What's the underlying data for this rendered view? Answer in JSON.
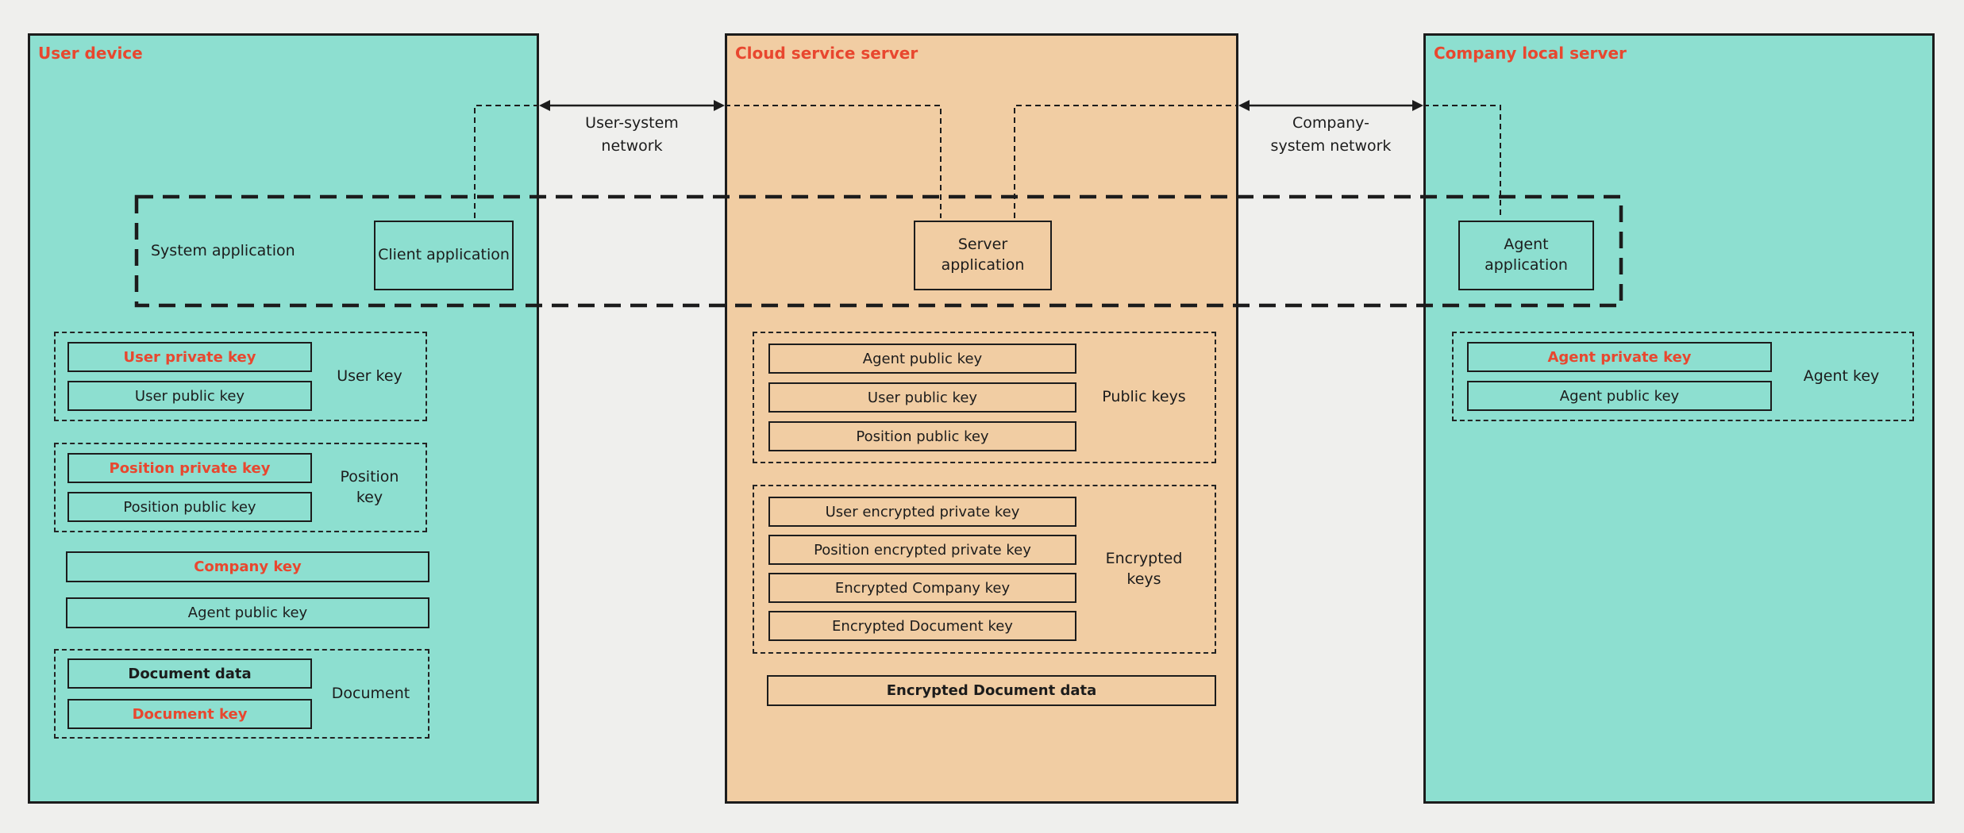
{
  "colors": {
    "background": "#efefed",
    "device_fill": "#8ddfd0",
    "server_fill": "#f1cda3",
    "accent": "#e8472f",
    "line": "#1c1c1c"
  },
  "user_device": {
    "title": "User device",
    "client_application": "Client application",
    "user_key_group": {
      "label": "User key",
      "private_key": "User private key",
      "public_key": "User public key"
    },
    "position_key_group": {
      "label": "Position key",
      "private_key": "Position private key",
      "public_key": "Position public key"
    },
    "company_key": "Company key",
    "agent_public_key": "Agent public key",
    "document_group": {
      "label": "Document",
      "data": "Document data",
      "key": "Document key"
    }
  },
  "cloud_server": {
    "title": "Cloud service server",
    "server_application": "Server application",
    "public_keys_group": {
      "label": "Public keys",
      "items": [
        "Agent public key",
        "User public key",
        "Position public key"
      ]
    },
    "encrypted_keys_group": {
      "label": "Encrypted keys",
      "items": [
        "User encrypted private key",
        "Position encrypted private key",
        "Encrypted Company key",
        "Encrypted Document key"
      ]
    },
    "encrypted_document_data": "Encrypted Document data"
  },
  "company_server": {
    "title": "Company local server",
    "agent_application": "Agent application",
    "agent_key_group": {
      "label": "Agent key",
      "private_key": "Agent private key",
      "public_key": "Agent public key"
    }
  },
  "system_application": {
    "label": "System application"
  },
  "networks": {
    "user_system": "User-system network",
    "company_system": "Company-system network"
  }
}
